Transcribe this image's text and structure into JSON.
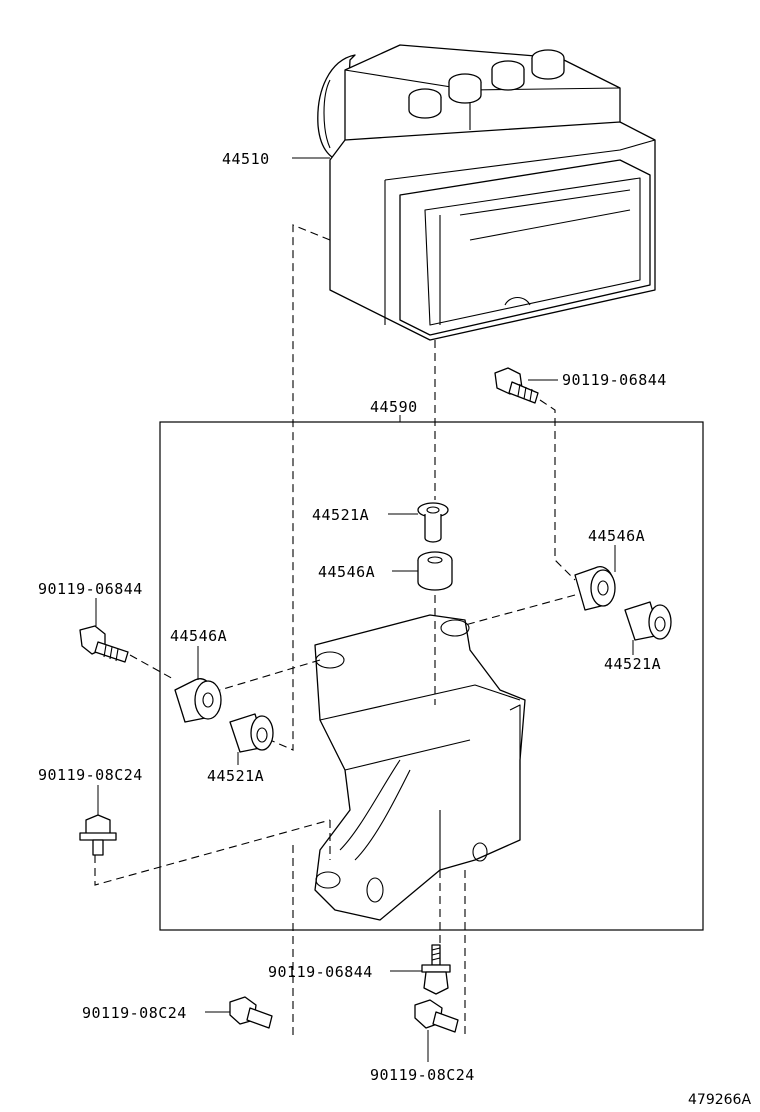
{
  "parts": {
    "actuator": "44510",
    "bracket_assy": "44590",
    "bolt_top_right": "90119-06844",
    "bolt_left": "90119-06844",
    "bolt_left_lower": "90119-08C24",
    "bolt_bottom_center": "90119-06844",
    "bolt_bottom_left": "90119-08C24",
    "bolt_bottom_right": "90119-08C24",
    "collar_top": "44521A",
    "cushion_top": "44546A",
    "cushion_right": "44546A",
    "collar_right": "44521A",
    "cushion_left": "44546A",
    "collar_left": "44521A"
  },
  "figure_ref": "479266A"
}
